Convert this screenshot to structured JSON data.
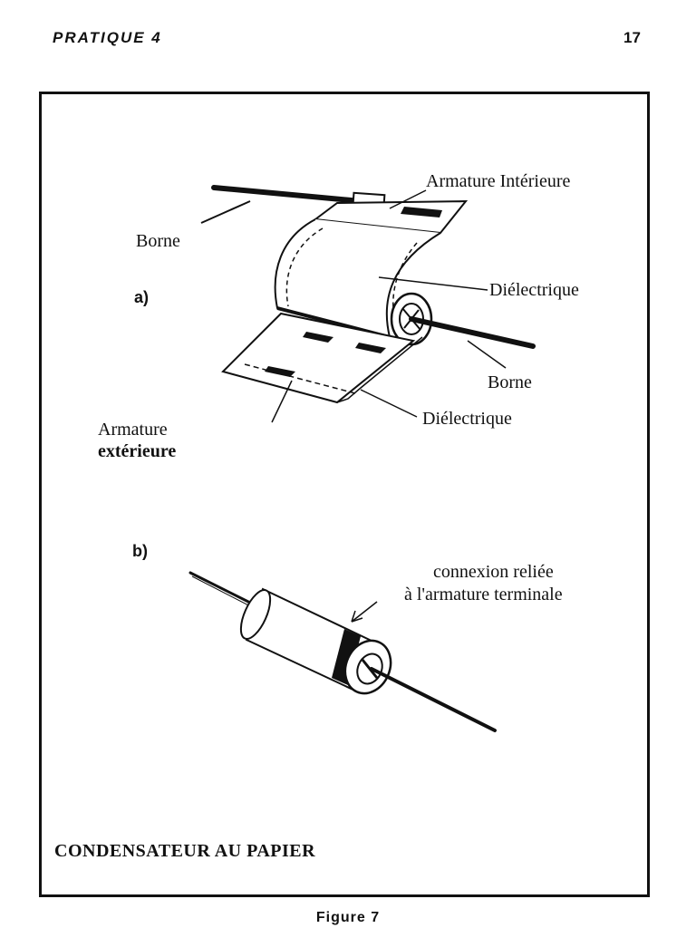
{
  "header": {
    "section": "PRATIQUE 4",
    "page_number": "17"
  },
  "figure_a": {
    "part_label": "a)",
    "labels": {
      "borne_left": "Borne",
      "armature_interieure": "Armature Intérieure",
      "dielectrique_top": "Diélectrique",
      "borne_right": "Borne",
      "dielectrique_bottom": "Diélectrique",
      "armature_exterieure_line1": "Armature",
      "armature_exterieure_line2": "extérieure"
    }
  },
  "figure_b": {
    "part_label": "b)",
    "labels": {
      "connexion_line1": "connexion reliée",
      "connexion_line2": "à l'armature terminale"
    }
  },
  "title": "CONDENSATEUR AU  PAPIER",
  "caption": "Figure 7"
}
